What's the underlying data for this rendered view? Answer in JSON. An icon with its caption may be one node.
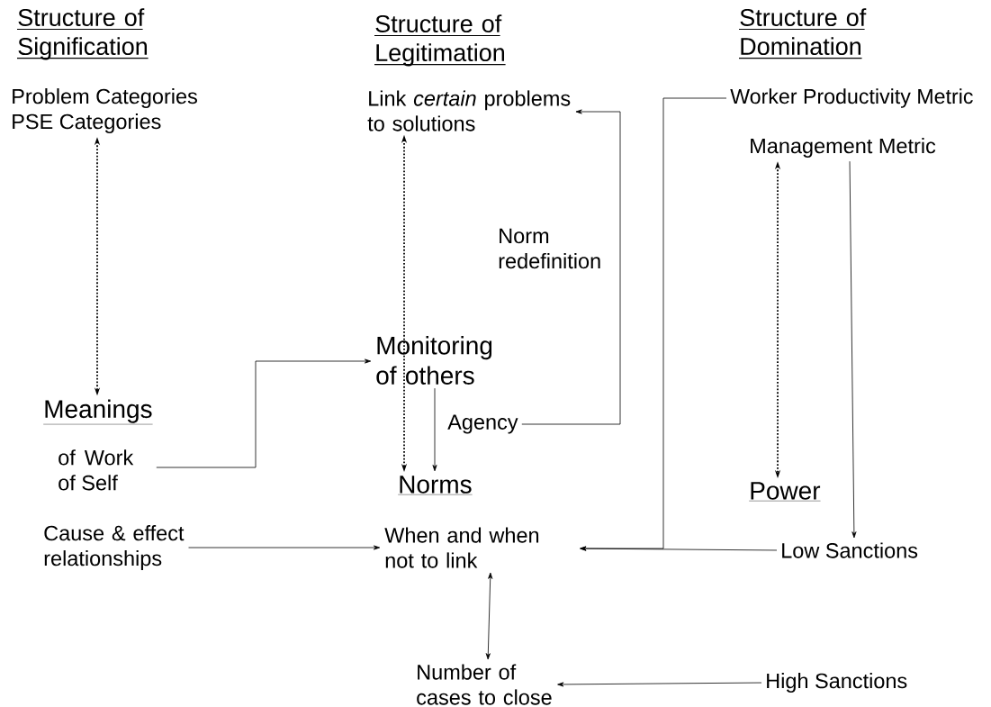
{
  "diagram": {
    "nodes": [
      {
        "text": [
          "Problem Categories",
          "PSE Categories"
        ]
      },
      {
        "text": [
          "Link *certain* problems to solutions"
        ]
      },
      {
        "text": [
          "Worker Productivity Metric"
        ]
      },
      {
        "text": [
          "Management Metric"
        ]
      },
      {
        "text": [
          "Monitoring of others"
        ]
      },
      {
        "text": [
          "Meanings",
          "of Work of Self"
        ]
      },
      {
        "text": [
          "Agency"
        ]
      },
      {
        "text": [
          "Norms"
        ]
      },
      {
        "text": [
          "Power"
        ]
      },
      {
        "text": [
          "Cause & effect relationships"
        ]
      },
      {
        "text": [
          "When and when not to link"
        ]
      },
      {
        "text": [
          "Low Sanctions"
        ]
      },
      {
        "text": [
          "Number of cases to close"
        ]
      },
      {
        "text": [
          "High Sanctions"
        ]
      }
    ],
    "edges": [
      {
        "from": 0,
        "to": 5,
        "arrow": "both",
        "style": "dashed"
      },
      {
        "from": 1,
        "to": 7,
        "arrow": "both",
        "style": "dashed"
      },
      {
        "from": 3,
        "to": 8,
        "arrow": "both",
        "style": "dashed"
      },
      {
        "from": 5,
        "to": 4,
        "arrow": "to"
      },
      {
        "from": 4,
        "to": 7,
        "arrow": "to"
      },
      {
        "from": 6,
        "to": 1,
        "arrow": "to",
        "label": "Norm redefinition"
      },
      {
        "from": 2,
        "to": 10,
        "arrow": "to"
      },
      {
        "from": 11,
        "to": 10,
        "arrow": "to"
      },
      {
        "from": 3,
        "to": 11,
        "arrow": "to"
      },
      {
        "from": 9,
        "to": 10,
        "arrow": "to"
      },
      {
        "from": 10,
        "to": 12,
        "arrow": "both"
      },
      {
        "from": 13,
        "to": 12,
        "arrow": "to"
      }
    ],
    "labels": [
      "Structure of Signification",
      "Structure of Legitimation",
      "Structure of Domination"
    ]
  }
}
